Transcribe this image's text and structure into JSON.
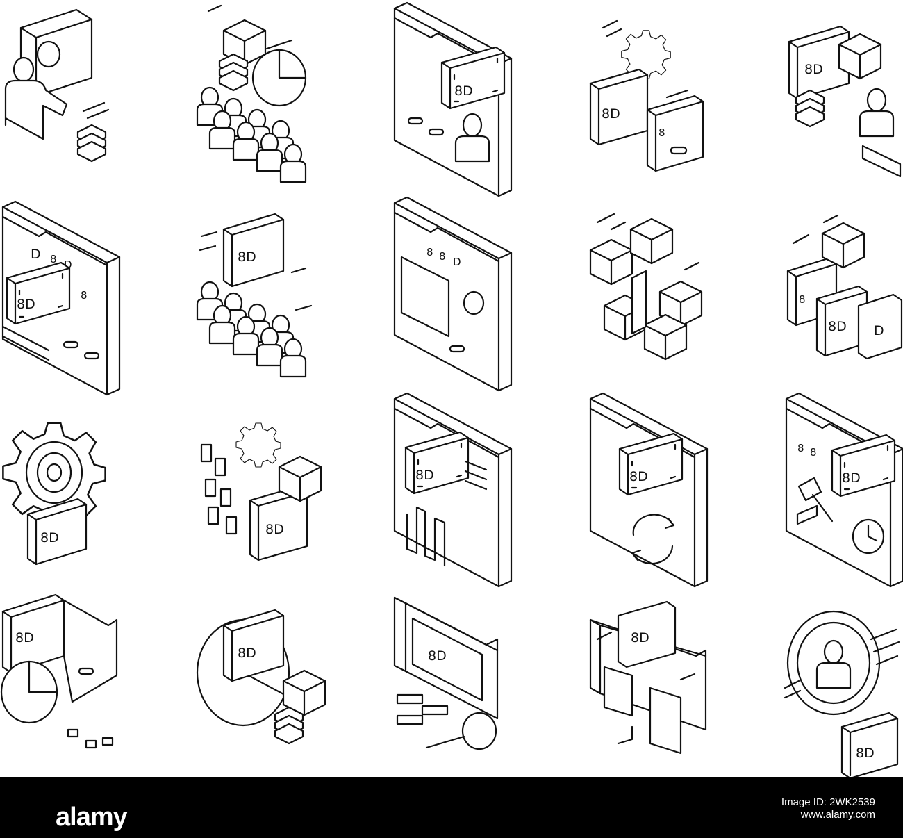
{
  "footer": {
    "brand": "alamy",
    "image_id_label": "Image ID: 2WK2539",
    "site": "www.alamy.com"
  },
  "icon_text": "8D"
}
